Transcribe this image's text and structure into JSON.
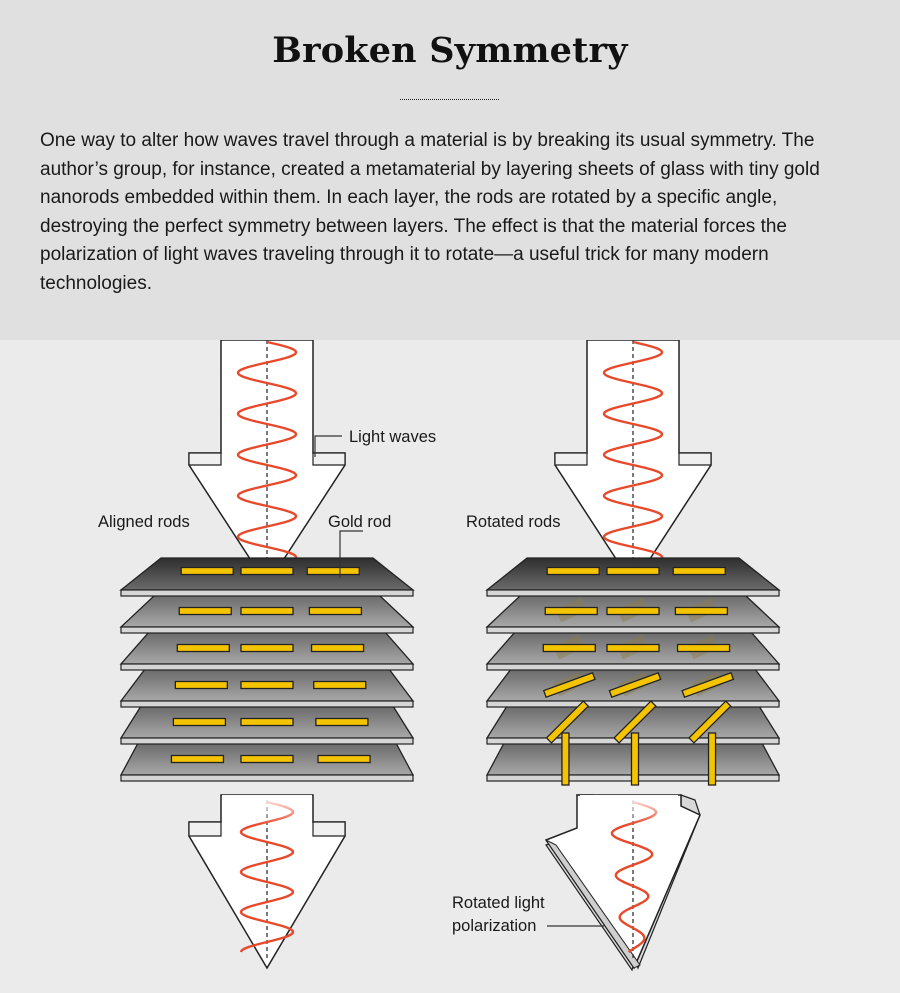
{
  "title": "Broken Symmetry",
  "caption": "One way to alter how waves travel through a material is by breaking its usual symmetry. The author’s group, for instance, created a metamaterial by layering sheets of glass with tiny gold nanorods embedded within them. In each layer, the rods are rotated by a specific angle, destroying the perfect symmetry between layers. The effect is that the material forces the polarization of light waves traveling through it to rotate—a useful trick for many modern technologies.",
  "labels": {
    "light_waves": "Light waves",
    "aligned_rods": "Aligned rods",
    "gold_rod": "Gold rod",
    "rotated_rods": "Rotated rods",
    "rotated_light_line1": "Rotated light",
    "rotated_light_line2": "polarization"
  },
  "colors": {
    "background": "#ebebeb",
    "header_background": "#e0e0e0",
    "wave": "#e8492a",
    "gold_rod": "#f5c400",
    "glass": "#8f8f8f"
  },
  "layers": {
    "aligned": [
      0,
      0,
      0,
      0,
      0,
      0
    ],
    "rotated_degrees": [
      0,
      0,
      0,
      20,
      45,
      90
    ]
  }
}
